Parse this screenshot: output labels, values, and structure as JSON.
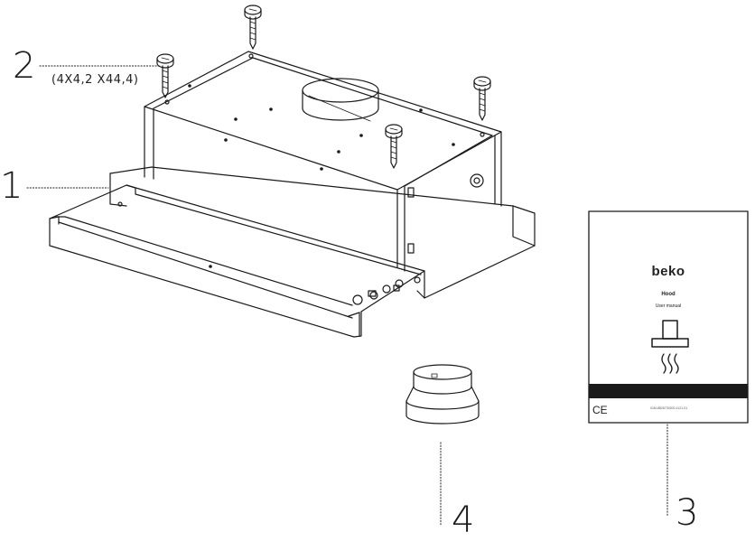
{
  "callouts": {
    "hood_body": "1",
    "screws": "2",
    "screw_spec": "(4X4,2 X44,4)",
    "manual": "3",
    "adapter": "4"
  },
  "manual": {
    "brand": "beko",
    "title": "Hood",
    "subtitle": "User manual",
    "ce_mark": "CE",
    "doc_code": "01M-8826733200-1121-01"
  },
  "colors": {
    "line": "#1a1a1a",
    "manual_band": "#1a1a1a"
  }
}
